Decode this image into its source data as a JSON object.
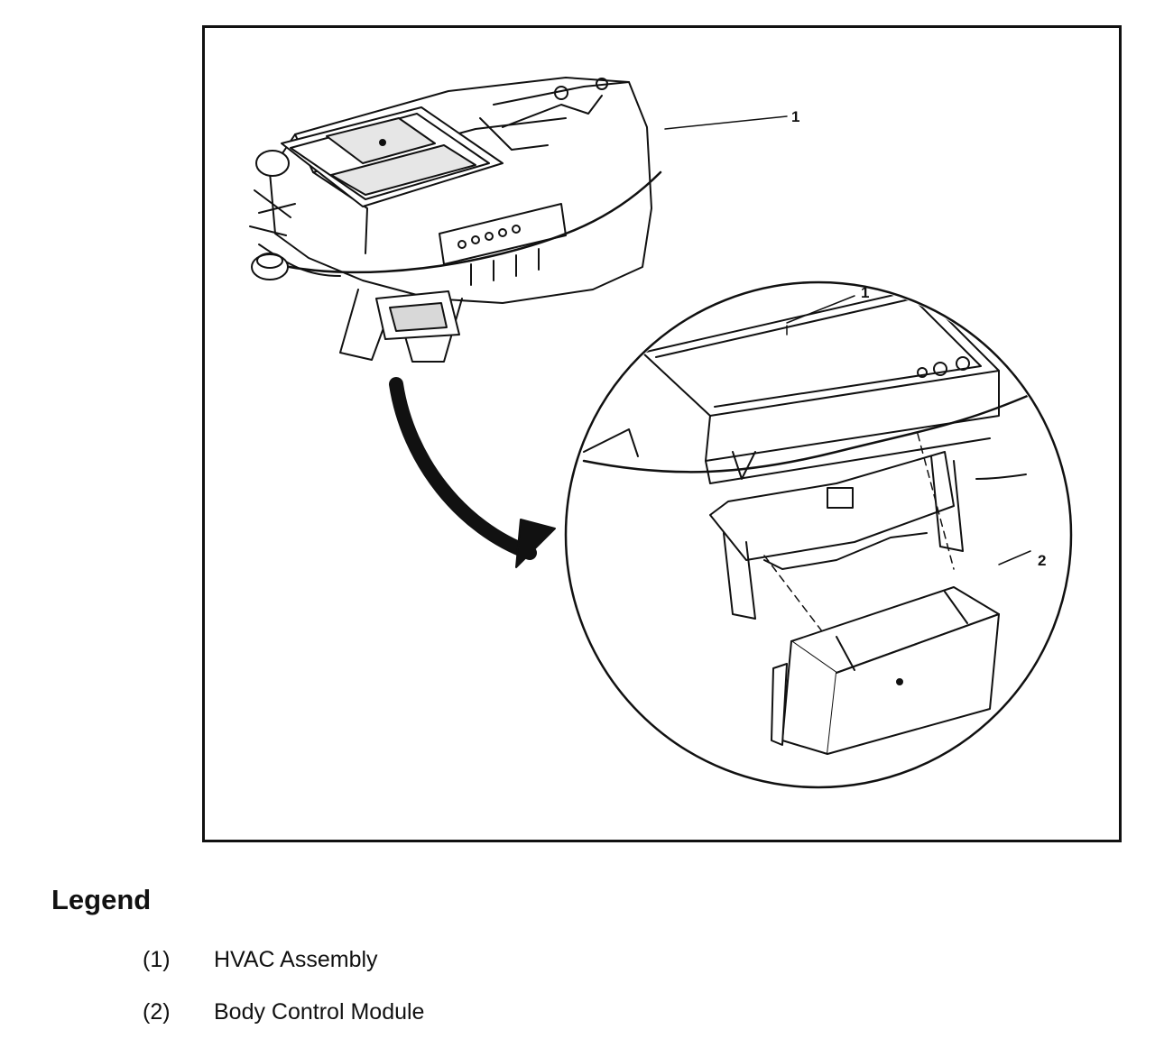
{
  "figure": {
    "callouts": [
      "1",
      "1",
      "2"
    ]
  },
  "legend": {
    "title": "Legend",
    "items": [
      {
        "num": "(1)",
        "label": "HVAC Assembly"
      },
      {
        "num": "(2)",
        "label": "Body Control Module"
      }
    ]
  }
}
